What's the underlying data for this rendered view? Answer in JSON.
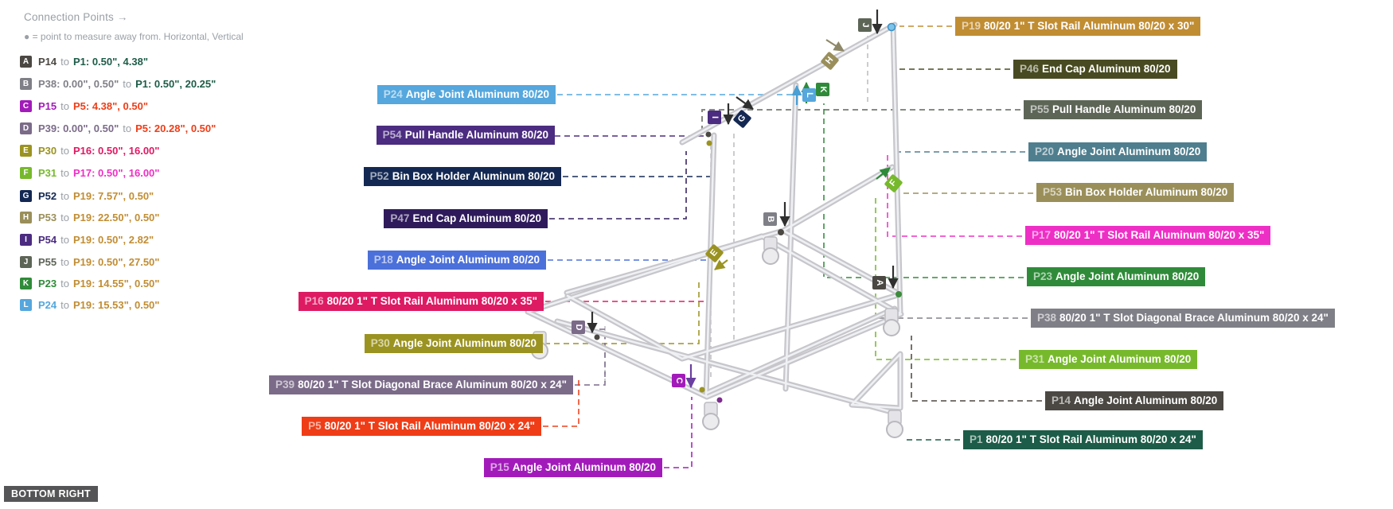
{
  "header": {
    "title": "Connection Points →",
    "subtitle": "● = point to measure away from. Horizontal, Vertical"
  },
  "corner_tag": "BOTTOM RIGHT",
  "legend": [
    {
      "letter": "A",
      "badge": "#4B4843",
      "source": "P14",
      "source_color": "#4B4843",
      "to": "to",
      "target": "P1: 0.50\", 4.38\"",
      "target_color": "#1D5C48"
    },
    {
      "letter": "B",
      "badge": "#7F7F87",
      "source": "P38: 0.00\", 0.50\"",
      "source_color": "#7F7F87",
      "to": "to",
      "target": "P1: 0.50\", 20.25\"",
      "target_color": "#1D5C48"
    },
    {
      "letter": "C",
      "badge": "#A21BBA",
      "source": "P15",
      "source_color": "#A21BBA",
      "to": "to",
      "target": "P5: 4.38\", 0.50\"",
      "target_color": "#EF3D17"
    },
    {
      "letter": "D",
      "badge": "#7B6B89",
      "source": "P39: 0.00\", 0.50\"",
      "source_color": "#7B6B89",
      "to": "to",
      "target": "P5: 20.28\", 0.50\"",
      "target_color": "#EF3D17"
    },
    {
      "letter": "E",
      "badge": "#9B9321",
      "source": "P30",
      "source_color": "#9B9321",
      "to": "to",
      "target": "P16: 0.50\", 16.00\"",
      "target_color": "#DE1A63"
    },
    {
      "letter": "F",
      "badge": "#77B92C",
      "source": "P31",
      "source_color": "#77B92C",
      "to": "to",
      "target": "P17: 0.50\", 16.00\"",
      "target_color": "#EE2FC5"
    },
    {
      "letter": "G",
      "badge": "#132852",
      "source": "P52",
      "source_color": "#132852",
      "to": "to",
      "target": "P19: 7.57\", 0.50\"",
      "target_color": "#C18D33"
    },
    {
      "letter": "H",
      "badge": "#9A8F5A",
      "source": "P53",
      "source_color": "#9A8F5A",
      "to": "to",
      "target": "P19: 22.50\", 0.50\"",
      "target_color": "#C18D33"
    },
    {
      "letter": "I",
      "badge": "#4B2C80",
      "source": "P54",
      "source_color": "#4B2C80",
      "to": "to",
      "target": "P19: 0.50\", 2.82\"",
      "target_color": "#C18D33"
    },
    {
      "letter": "J",
      "badge": "#5D6557",
      "source": "P55",
      "source_color": "#5D6557",
      "to": "to",
      "target": "P19: 0.50\", 27.50\"",
      "target_color": "#C18D33"
    },
    {
      "letter": "K",
      "badge": "#2F8B39",
      "source": "P23",
      "source_color": "#2F8B39",
      "to": "to",
      "target": "P19: 14.55\", 0.50\"",
      "target_color": "#C18D33"
    },
    {
      "letter": "L",
      "badge": "#55A7DD",
      "source": "P24",
      "source_color": "#55A7DD",
      "to": "to",
      "target": "P19: 15.53\", 0.50\"",
      "target_color": "#C18D33"
    }
  ],
  "parts_left": [
    {
      "id": "P24",
      "text": "Angle Joint Aluminum 80/20",
      "color": "#55A7DD"
    },
    {
      "id": "P54",
      "text": "Pull Handle Aluminum 80/20",
      "color": "#4B2C80"
    },
    {
      "id": "P52",
      "text": "Bin Box Holder Aluminum 80/20",
      "color": "#132852"
    },
    {
      "id": "P47",
      "text": "End Cap Aluminum 80/20",
      "color": "#2F1B5B"
    },
    {
      "id": "P18",
      "text": "Angle Joint Aluminum 80/20",
      "color": "#4C70DA"
    },
    {
      "id": "P16",
      "text": "80/20 1\" T Slot Rail Aluminum 80/20 x 35\"",
      "color": "#DE1A63"
    },
    {
      "id": "P30",
      "text": "Angle Joint Aluminum 80/20",
      "color": "#9B9321"
    },
    {
      "id": "P39",
      "text": "80/20 1\" T Slot Diagonal Brace  Aluminum 80/20 x 24\"",
      "color": "#7B6B89"
    },
    {
      "id": "P5",
      "text": "80/20 1\" T Slot Rail Aluminum 80/20 x 24\"",
      "color": "#EF3D17"
    },
    {
      "id": "P15",
      "text": "Angle Joint Aluminum 80/20",
      "color": "#A21BBA"
    }
  ],
  "parts_right": [
    {
      "id": "P19",
      "text": "80/20 1\" T Slot Rail Aluminum 80/20 x 30\"",
      "color": "#C18D33"
    },
    {
      "id": "P46",
      "text": "End Cap Aluminum 80/20",
      "color": "#484B21"
    },
    {
      "id": "P55",
      "text": "Pull Handle Aluminum 80/20",
      "color": "#5D6557"
    },
    {
      "id": "P20",
      "text": "Angle Joint Aluminum 80/20",
      "color": "#4F7E8E"
    },
    {
      "id": "P53",
      "text": "Bin Box Holder Aluminum 80/20",
      "color": "#9A8F5A"
    },
    {
      "id": "P17",
      "text": "80/20 1\" T Slot Rail Aluminum 80/20 x 35\"",
      "color": "#EE2FC5"
    },
    {
      "id": "P23",
      "text": "Angle Joint Aluminum 80/20",
      "color": "#2F8B39"
    },
    {
      "id": "P38",
      "text": "80/20 1\" T Slot Diagonal Brace  Aluminum 80/20 x 24\"",
      "color": "#7F7F87"
    },
    {
      "id": "P31",
      "text": "Angle Joint Aluminum 80/20",
      "color": "#77B92C"
    },
    {
      "id": "P14",
      "text": "Angle Joint Aluminum 80/20",
      "color": "#4B4843"
    },
    {
      "id": "P1",
      "text": "80/20 1\" T Slot Rail Aluminum 80/20 x 24\"",
      "color": "#1D5C48"
    }
  ],
  "diagram_markers": [
    {
      "letter": "J",
      "color": "#5D6557"
    },
    {
      "letter": "H",
      "color": "#9A8F5A"
    },
    {
      "letter": "K",
      "color": "#2F8B39"
    },
    {
      "letter": "L",
      "color": "#55A7DD"
    },
    {
      "letter": "G",
      "color": "#132852"
    },
    {
      "letter": "I",
      "color": "#4B2C80"
    },
    {
      "letter": "B",
      "color": "#7F7F87"
    },
    {
      "letter": "F",
      "color": "#77B92C"
    },
    {
      "letter": "E",
      "color": "#9B9321"
    },
    {
      "letter": "A",
      "color": "#4B4843"
    },
    {
      "letter": "D",
      "color": "#7B6B89"
    },
    {
      "letter": "C",
      "color": "#A21BBA"
    }
  ]
}
